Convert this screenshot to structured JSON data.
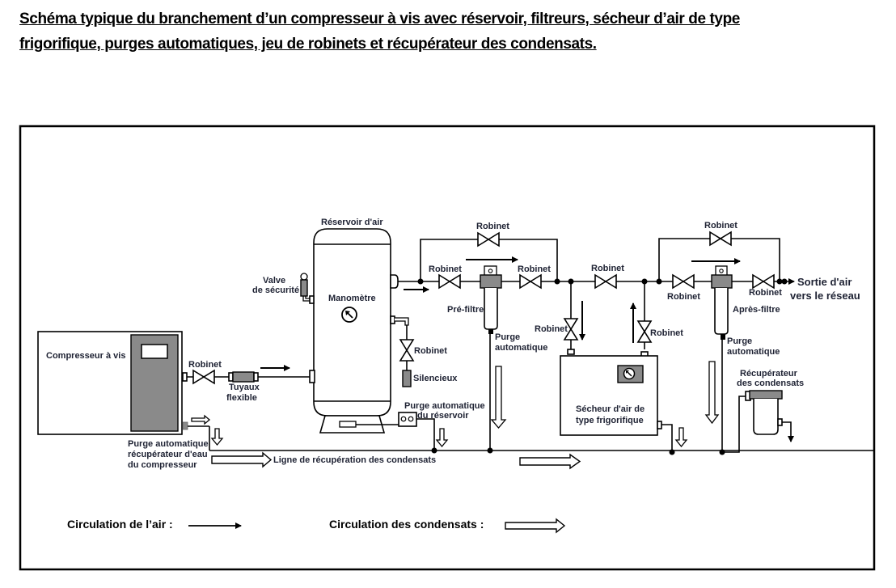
{
  "title": {
    "line1": "Schéma typique du branchement d’un compresseur à vis avec réservoir, filtreurs, sécheur d’air de type",
    "line2": "frigorifique, purges automatiques, jeu de robinets et récupérateur des condensats."
  },
  "components": {
    "compressor": "Compresseur à vis",
    "compressor_valve": "Robinet",
    "hose_line1": "Tuyaux",
    "hose_line2": "flexible",
    "compressor_purge_line1": "Purge automatique",
    "compressor_purge_line2": "récupérateur d'eau",
    "compressor_purge_line3": "du compresseur",
    "tank": "Réservoir d'air",
    "safety_valve_line1": "Valve",
    "safety_valve_line2": "de sécurité",
    "gauge": "Manomètre",
    "tank_valve": "Robinet",
    "silencer": "Silencieux",
    "tank_purge_line1": "Purge automatique",
    "tank_purge_line2": "du réservoir",
    "bypass1_valve": "Robinet",
    "prefilter_in_valve": "Robinet",
    "prefilter_out_valve": "Robinet",
    "prefilter": "Pré-filtre",
    "prefilter_purge_line1": "Purge",
    "prefilter_purge_line2": "automatique",
    "dryer_bypass_valve": "Robinet",
    "dryer_in_valve": "Robinet",
    "dryer_out_valve": "Robinet",
    "dryer_line1": "Sécheur d'air de",
    "dryer_line2": "type frigorifique",
    "bypass2_valve": "Robinet",
    "afterfilter_in_valve": "Robinet",
    "afterfilter_out_valve": "Robinet",
    "afterfilter": "Après-filtre",
    "afterfilter_purge_line1": "Purge",
    "afterfilter_purge_line2": "automatique",
    "outlet_line1": "Sortie d'air",
    "outlet_line2": "vers le réseau",
    "collector_line1": "Récupérateur",
    "collector_line2": "des condensats",
    "condensate_line": "Ligne de récupération des condensats"
  },
  "legend": {
    "air_flow": "Circulation de l’air :",
    "condensate_flow": "Circulation des condensats :"
  }
}
